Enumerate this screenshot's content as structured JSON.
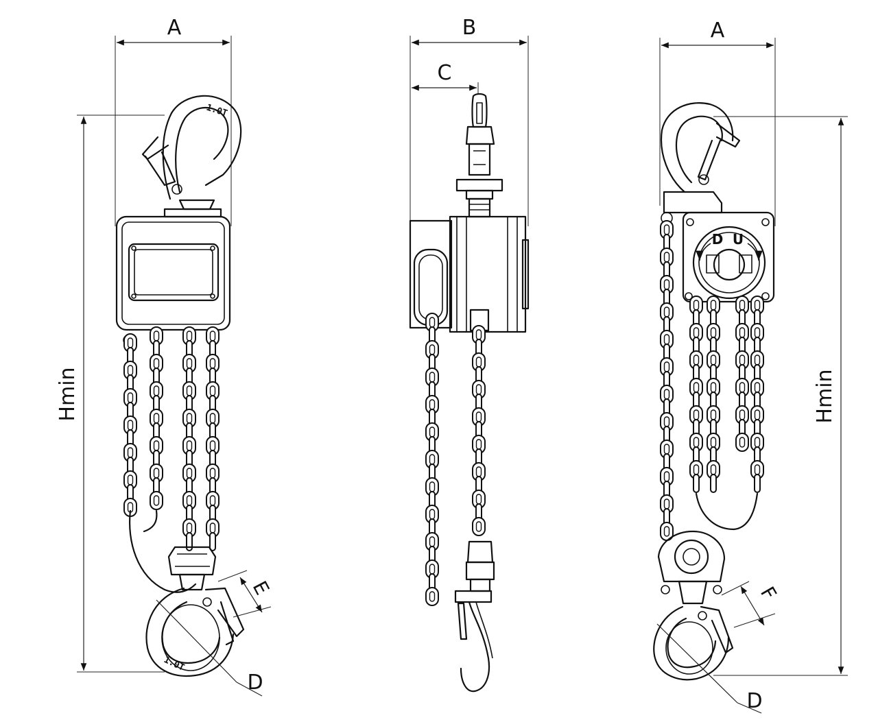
{
  "labels": {
    "A_left": "A",
    "B": "B",
    "C": "C",
    "A_right": "A",
    "Hmin_left": "Hmin",
    "Hmin_right": "Hmin",
    "E": "E",
    "F": "F",
    "D_left": "D",
    "D_right": "D"
  },
  "stamps": {
    "top_hook": "1.0T",
    "bottom_hook": "1.0T"
  },
  "direction": {
    "down": "D",
    "up": "U"
  }
}
